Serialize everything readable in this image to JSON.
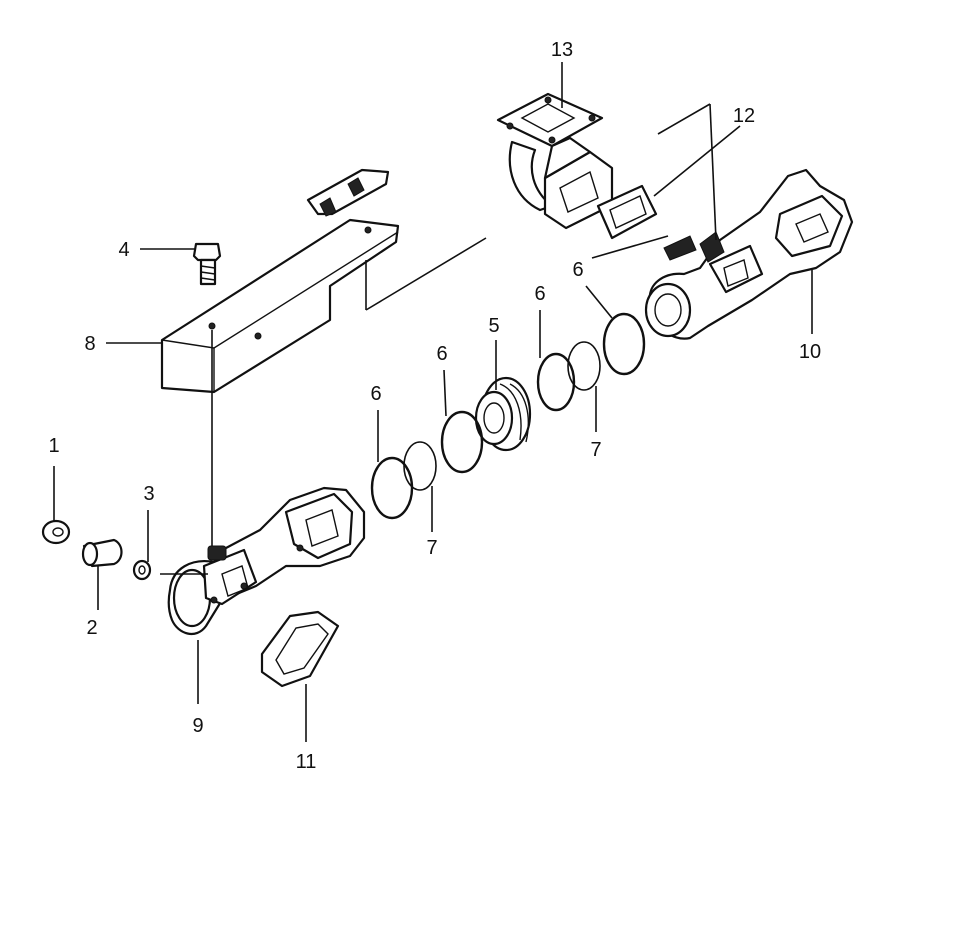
{
  "callouts": [
    {
      "id": "c1",
      "label": "1",
      "part": "nut"
    },
    {
      "id": "c2",
      "label": "2",
      "part": "spacer"
    },
    {
      "id": "c3",
      "label": "3",
      "part": "washer"
    },
    {
      "id": "c4",
      "label": "4",
      "part": "bolt"
    },
    {
      "id": "c5",
      "label": "5",
      "part": "bellows-joint"
    },
    {
      "id": "c6a",
      "label": "6",
      "part": "snap-ring"
    },
    {
      "id": "c6b",
      "label": "6",
      "part": "snap-ring"
    },
    {
      "id": "c6c",
      "label": "6",
      "part": "snap-ring"
    },
    {
      "id": "c6d",
      "label": "6",
      "part": "snap-ring"
    },
    {
      "id": "c7a",
      "label": "7",
      "part": "o-ring"
    },
    {
      "id": "c7b",
      "label": "7",
      "part": "o-ring"
    },
    {
      "id": "c8",
      "label": "8",
      "part": "heat-shield"
    },
    {
      "id": "c9",
      "label": "9",
      "part": "exhaust-manifold-front"
    },
    {
      "id": "c10",
      "label": "10",
      "part": "exhaust-manifold-rear"
    },
    {
      "id": "c11",
      "label": "11",
      "part": "manifold-gasket"
    },
    {
      "id": "c12",
      "label": "12",
      "part": "elbow-gasket"
    },
    {
      "id": "c13",
      "label": "13",
      "part": "exhaust-elbow"
    }
  ]
}
